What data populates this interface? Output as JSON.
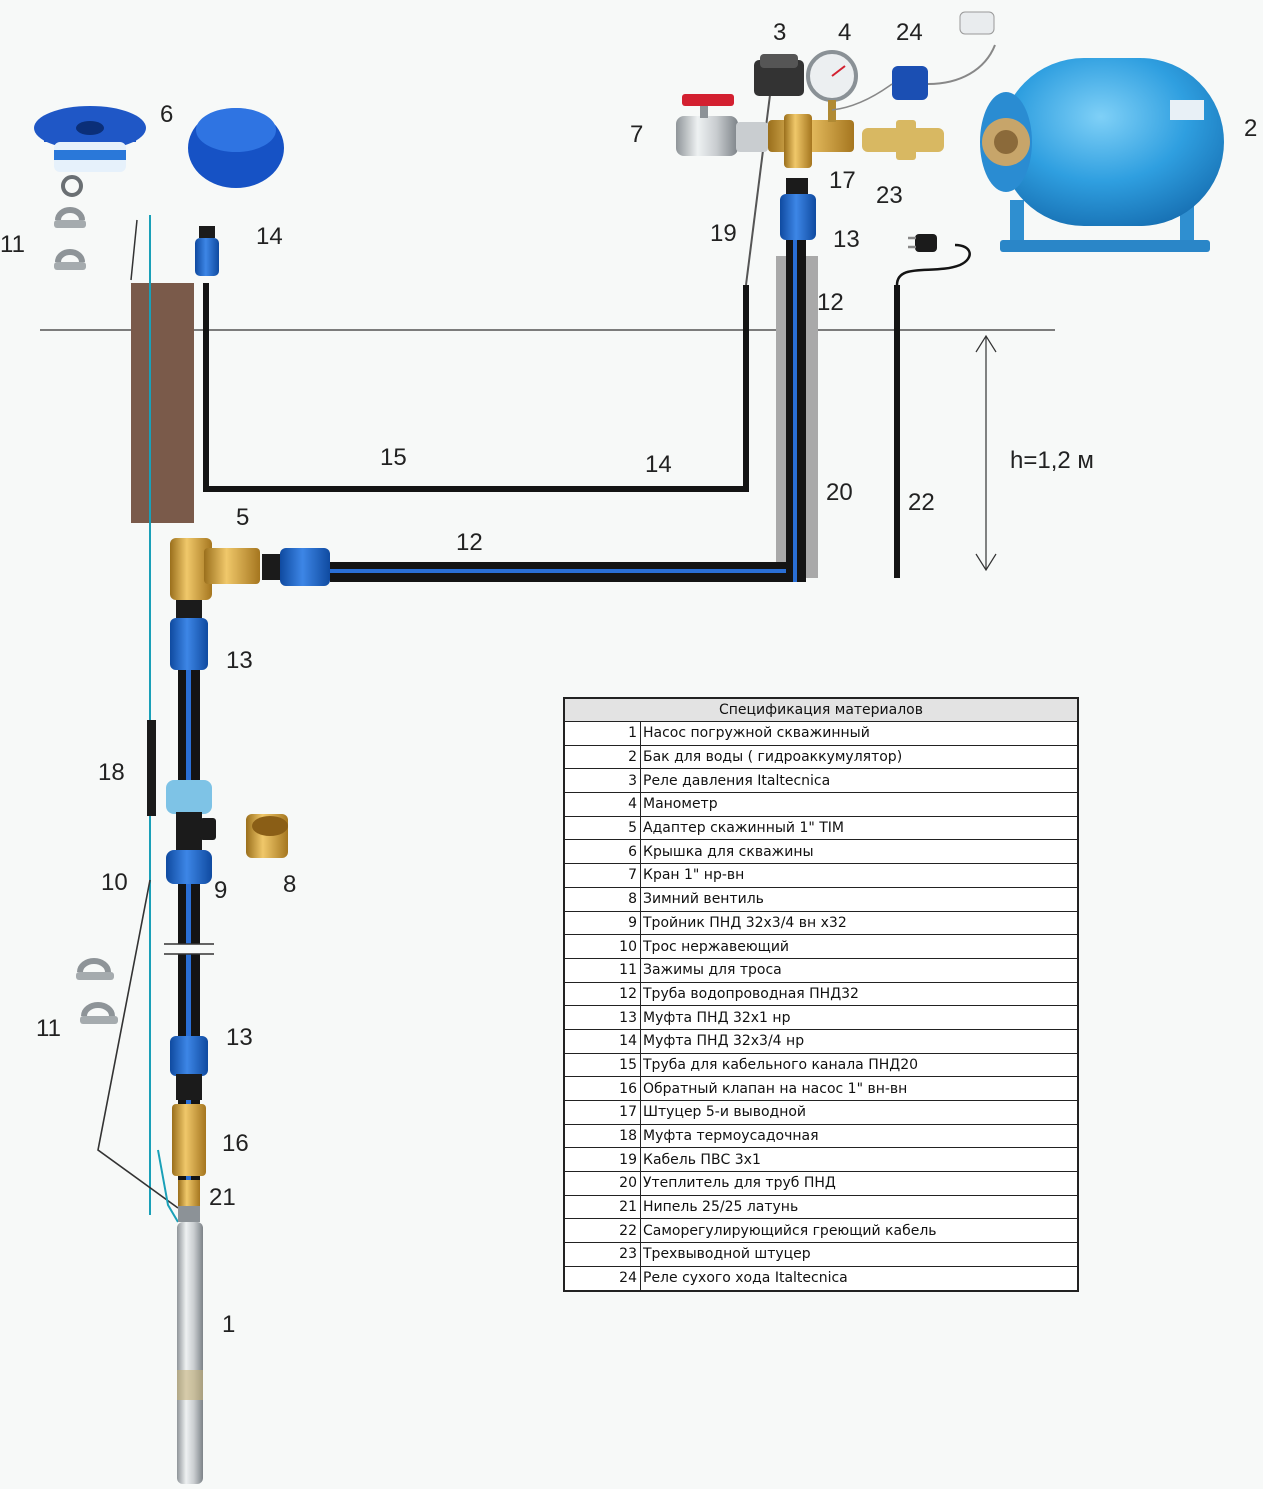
{
  "labels": {
    "n1": "1",
    "n2": "2",
    "n3": "3",
    "n4": "4",
    "n5": "5",
    "n6": "6",
    "n7": "7",
    "n8": "8",
    "n9": "9",
    "n10": "10",
    "n11a": "11",
    "n11b": "11",
    "n12a": "12",
    "n12b": "12",
    "n13a": "13",
    "n13b": "13",
    "n13c": "13",
    "n14a": "14",
    "n14b": "14",
    "n15": "15",
    "n16": "16",
    "n17": "17",
    "n18": "18",
    "n19": "19",
    "n20": "20",
    "n21": "21",
    "n22": "22",
    "n23": "23",
    "n24": "24",
    "depth": "h=1,2 м"
  },
  "colors": {
    "pipe_black": "#141414",
    "pipe_stripe": "#2a6fd6",
    "fitting_blue": "#1a63c7",
    "brass": "#c8962e",
    "tank_blue": "#2f9fe0",
    "insulation": "#a9a9a9",
    "casing_brown": "#7a5a4a",
    "cable_teal": "#1aa0b8"
  },
  "spec": {
    "title": "Спецификация материалов",
    "rows": [
      {
        "n": "1",
        "name": "Насос погружной скважинный"
      },
      {
        "n": "2",
        "name": "Бак для воды ( гидроаккумулятор)"
      },
      {
        "n": "3",
        "name": "Реле давления Italtecnica"
      },
      {
        "n": "4",
        "name": "Манометр"
      },
      {
        "n": "5",
        "name": "Адаптер скажинный 1\" TIM"
      },
      {
        "n": "6",
        "name": "Крышка для скважины"
      },
      {
        "n": "7",
        "name": "Кран 1\" нр-вн"
      },
      {
        "n": "8",
        "name": "Зимний вентиль"
      },
      {
        "n": "9",
        "name": "Тройник ПНД 32х3/4 вн х32"
      },
      {
        "n": "10",
        "name": "Трос нержавеющий"
      },
      {
        "n": "11",
        "name": "Зажимы для троса"
      },
      {
        "n": "12",
        "name": "Труба водопроводная ПНД32"
      },
      {
        "n": "13",
        "name": "Муфта ПНД 32х1 нр"
      },
      {
        "n": "14",
        "name": "Муфта ПНД 32х3/4 нр"
      },
      {
        "n": "15",
        "name": "Труба для кабельного канала ПНД20"
      },
      {
        "n": "16",
        "name": "Обратный клапан на насос 1\" вн-вн"
      },
      {
        "n": "17",
        "name": "Штуцер 5-и выводной"
      },
      {
        "n": "18",
        "name": "Муфта термоусадочная"
      },
      {
        "n": "19",
        "name": "Кабель ПВС 3х1"
      },
      {
        "n": "20",
        "name": "Утеплитель для труб ПНД"
      },
      {
        "n": "21",
        "name": "Нипель 25/25 латунь"
      },
      {
        "n": "22",
        "name": "Саморегулирующийся греющий кабель"
      },
      {
        "n": "23",
        "name": "Трехвыводной штуцер"
      },
      {
        "n": "24",
        "name": "Реле сухого хода Italtecnica"
      }
    ]
  }
}
